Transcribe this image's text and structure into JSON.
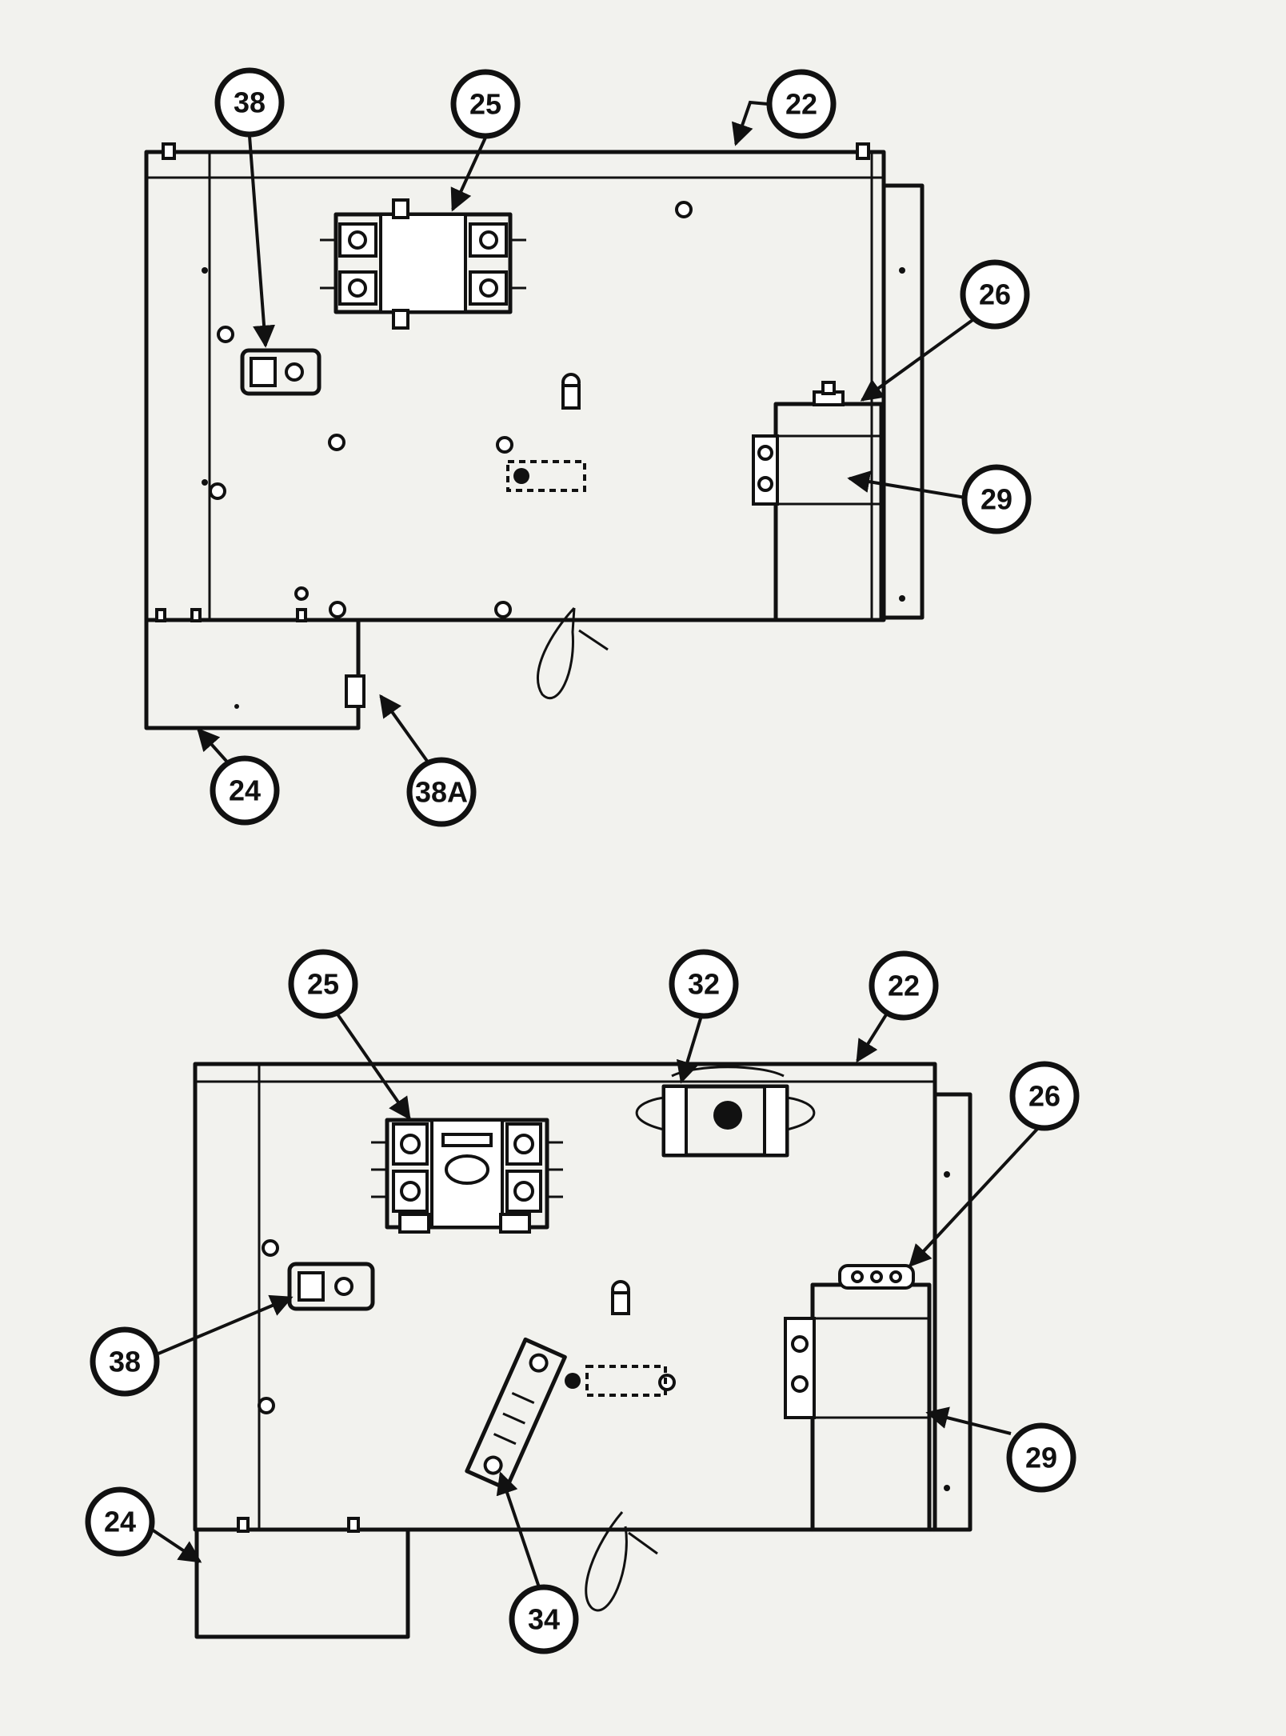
{
  "top_view": {
    "callouts": [
      {
        "id": "c-38",
        "label": "38"
      },
      {
        "id": "c-25",
        "label": "25"
      },
      {
        "id": "c-22",
        "label": "22"
      },
      {
        "id": "c-26",
        "label": "26"
      },
      {
        "id": "c-29",
        "label": "29"
      },
      {
        "id": "c-24",
        "label": "24"
      },
      {
        "id": "c-38a",
        "label": "38A"
      }
    ]
  },
  "bottom_view": {
    "callouts": [
      {
        "id": "c-25",
        "label": "25"
      },
      {
        "id": "c-32",
        "label": "32"
      },
      {
        "id": "c-22",
        "label": "22"
      },
      {
        "id": "c-26",
        "label": "26"
      },
      {
        "id": "c-38",
        "label": "38"
      },
      {
        "id": "c-29",
        "label": "29"
      },
      {
        "id": "c-24",
        "label": "24"
      },
      {
        "id": "c-34",
        "label": "34"
      }
    ]
  },
  "colors": {
    "ink": "#111111",
    "paper": "#f2f2ee"
  }
}
